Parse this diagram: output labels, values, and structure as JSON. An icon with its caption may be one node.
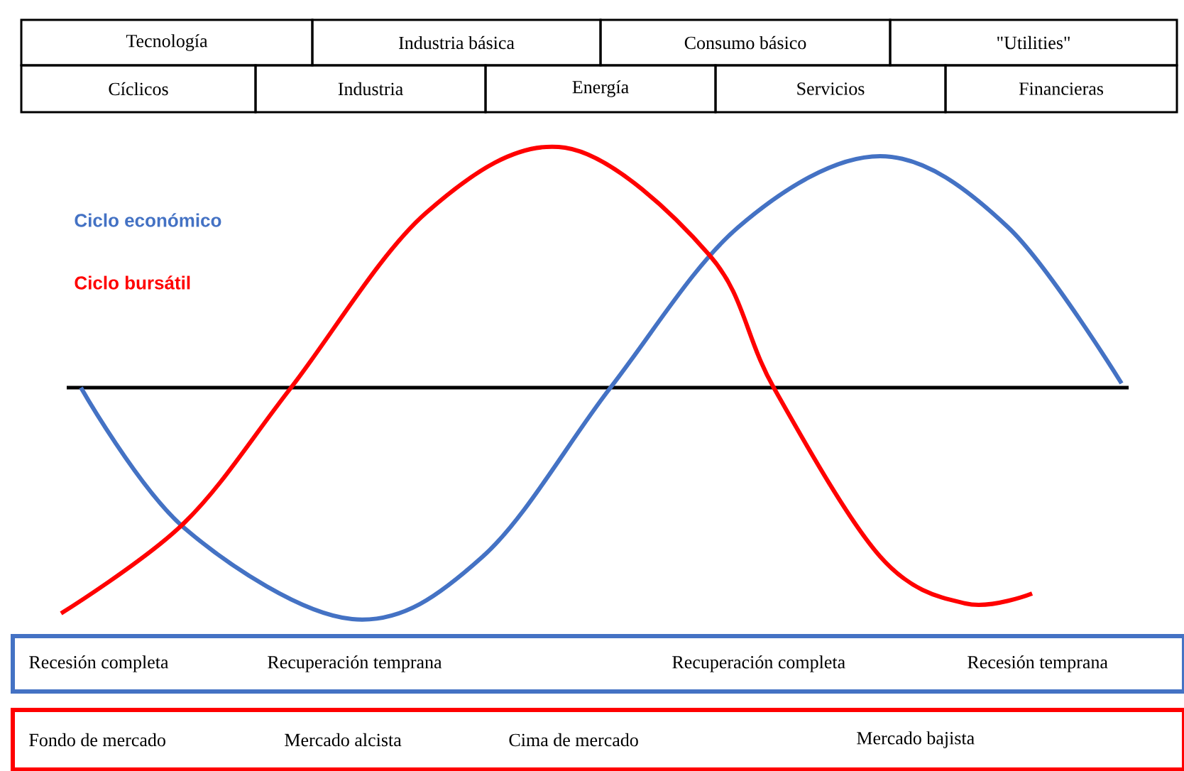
{
  "diagram": {
    "nodes": [
      {
        "text": [
          "Tecnología"
        ]
      },
      {
        "text": [
          "Industria básica"
        ]
      },
      {
        "text": [
          "Consumo básico"
        ]
      },
      {
        "text": [
          "\"Utilities\""
        ]
      },
      {
        "text": [
          "Cíclicos"
        ]
      },
      {
        "text": [
          "Industria"
        ]
      },
      {
        "text": [
          "Energía"
        ]
      },
      {
        "text": [
          "Servicios"
        ]
      },
      {
        "text": [
          "Financieras"
        ]
      },
      {
        "text": [
          "Recesión completa",
          "Recuperación temprana",
          "Recuperación completa",
          "Recesión temprana"
        ]
      },
      {
        "text": [
          "Fondo de mercado",
          "Mercado alcista",
          "Cima de mercado",
          "Mercado bajista"
        ]
      }
    ],
    "legend": [
      {
        "text": "Ciclo económico",
        "color": "#4472c4"
      },
      {
        "text": "Ciclo bursátil",
        "color": "#ff0000"
      }
    ]
  }
}
